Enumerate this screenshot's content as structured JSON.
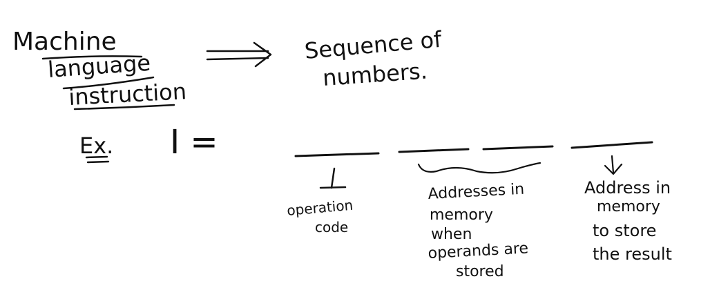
{
  "page": {
    "ink_color": "#111111",
    "background_color": "#ffffff"
  },
  "title": {
    "lines": [
      "Machine",
      "language",
      "instruction"
    ]
  },
  "arrow_text": {
    "lines": [
      "Sequence of",
      "numbers."
    ]
  },
  "example": {
    "label": "Ex.",
    "expression": "I ="
  },
  "slots": [
    {
      "annotation": [
        "operation",
        "code"
      ]
    },
    {
      "annotation": [
        "Addresses in",
        "memory",
        "when",
        "operands are",
        "stored"
      ]
    },
    {
      "annotation": [
        "Address in",
        "memory",
        "to store",
        "the result"
      ]
    }
  ]
}
